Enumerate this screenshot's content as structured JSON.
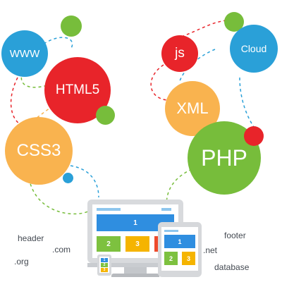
{
  "bubbles": {
    "www": "WWW",
    "html5": "HTML5",
    "css3": "CSS3",
    "js": "js",
    "cloud": "Cloud",
    "xml": "XML",
    "php": "PHP"
  },
  "words": {
    "header": "header",
    "com": ".com",
    "org": ".org",
    "footer": "footer",
    "net": ".net",
    "database": "database"
  },
  "devices": {
    "monitor_tiles": [
      "1",
      "2",
      "3"
    ],
    "tablet_tiles": [
      "1",
      "2",
      "3"
    ],
    "phone_tiles": [
      "1",
      "2",
      "3"
    ]
  },
  "colors": {
    "blue": "#2aa0d8",
    "red": "#e8242a",
    "green": "#77bd3b",
    "orange": "#f9b34f",
    "tile_blue": "#2f8ee0",
    "tile_green": "#7dc13f",
    "tile_yellow": "#f5b400",
    "tile_red": "#ee4a2c"
  }
}
